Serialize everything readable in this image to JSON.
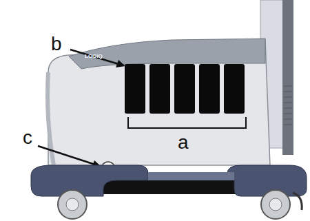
{
  "diagram": {
    "labels": [
      "LOGIQ",
      "b",
      "c",
      "a"
    ]
  }
}
